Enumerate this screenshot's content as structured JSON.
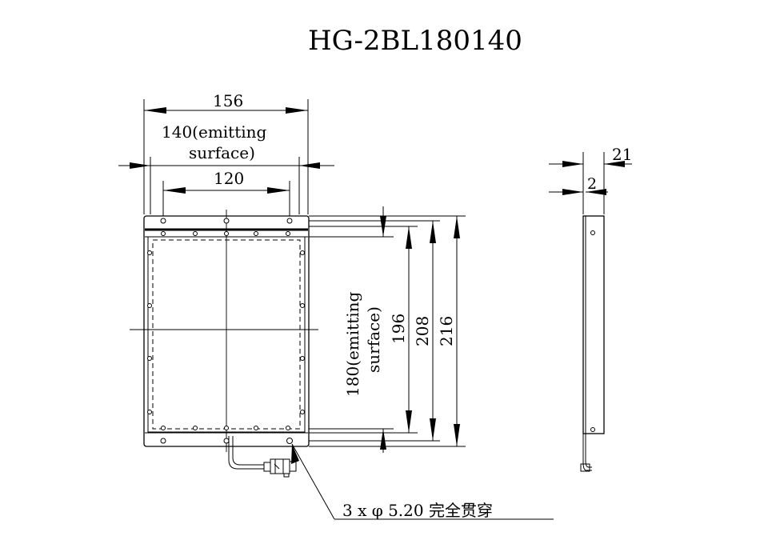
{
  "drawing": {
    "model": "HG-2BL180140",
    "front_view": {
      "width_overall": "156",
      "emitting_width": "140(emitting",
      "emitting_width_2": "surface)",
      "hole_spacing": "120",
      "emitting_height": "180(emitting",
      "emitting_height_2": "surface)",
      "dim_196": "196",
      "dim_208": "208",
      "dim_216": "216"
    },
    "side_view": {
      "thickness": "21",
      "plate": "2"
    },
    "hole_note": "3 x  φ  5.20 完全贯穿"
  }
}
